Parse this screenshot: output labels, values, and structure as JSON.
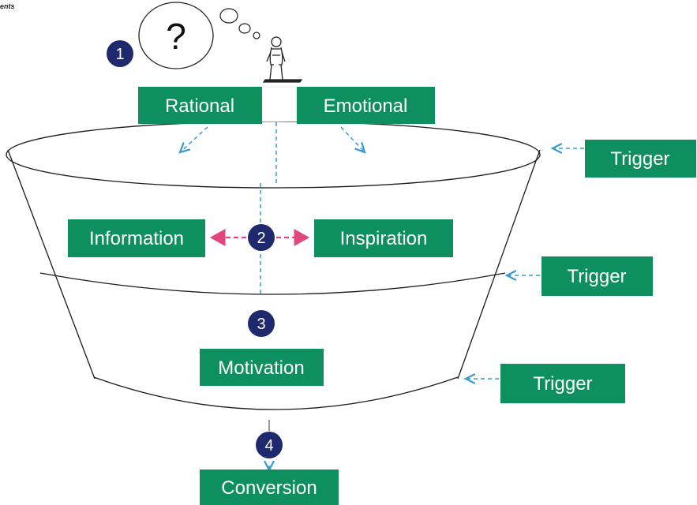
{
  "corner_text": "ents",
  "thought_bubble": {
    "symbol": "?"
  },
  "steps": [
    "1",
    "2",
    "3",
    "4"
  ],
  "labels": {
    "rational": "Rational",
    "emotional": "Emotional",
    "information": "Information",
    "inspiration": "Inspiration",
    "motivation": "Motivation",
    "conversion": "Conversion"
  },
  "triggers": [
    "Trigger",
    "Trigger",
    "Trigger"
  ],
  "colors": {
    "box_green": "#0e8f5e",
    "step_circle_navy": "#1f2a6e",
    "dashed_blue": "#3a9bd0",
    "dashed_pink": "#e0487a"
  }
}
